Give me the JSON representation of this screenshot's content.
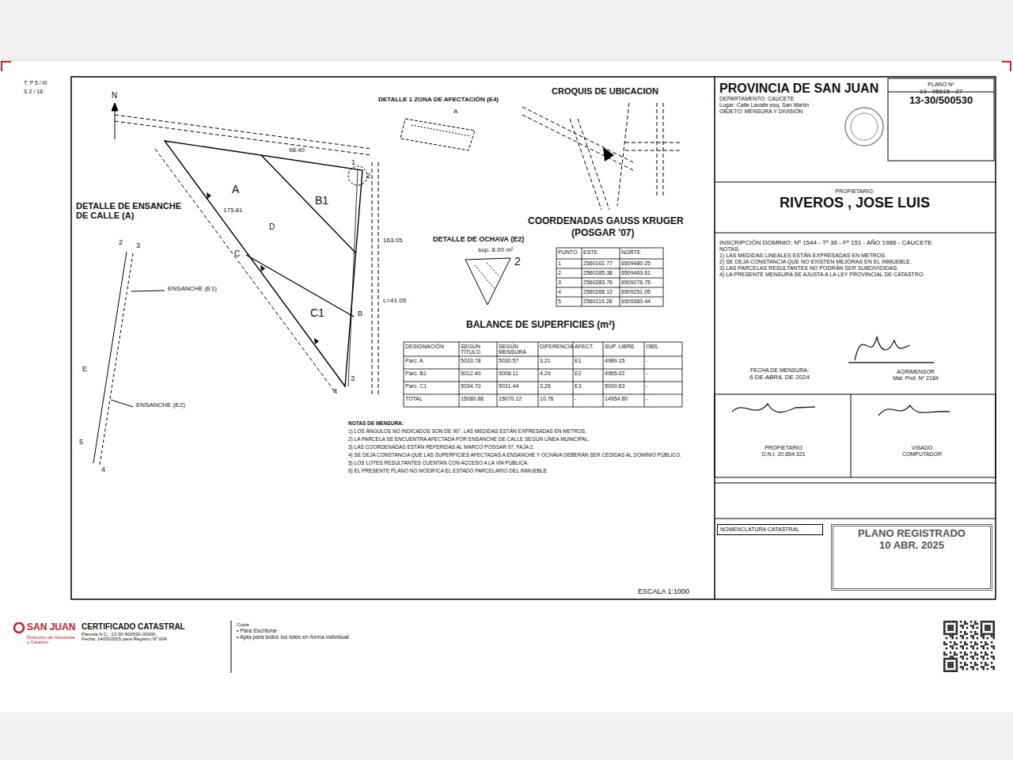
{
  "diagram": {
    "nodes": [
      {
        "text": [
          "PROVINCIA DE SAN JUAN",
          "DEPARTAMENTO: CAUCETE",
          "Lugar: Calle Lavalle esq. San Martín",
          "OBJETO: MENSURA Y DIVISIÓN"
        ]
      },
      {
        "text": [
          "PLANO Nº",
          "13 - 05615 - 27",
          "13-30/500530"
        ]
      },
      {
        "text": [
          "PROPIETARIO:",
          "RIVEROS , JOSE LUIS"
        ]
      },
      {
        "text": [
          "INSCRIPCIÓN DOMINIO: Nº 1544 - Tº 36 - Fº 151 - AÑO 1986 - CAUCETE",
          "NOTAS:",
          "1) LAS MEDIDAS LINEALES ESTÁN EXPRESADAS EN METROS.",
          "2) SE DEJA CONSTANCIA QUE NO EXISTEN MEJORAS EN EL INMUEBLE.",
          "3) LAS PARCELAS RESULTANTES NO PODRÁN SER SUBDIVIDIDAS.",
          "4) LA PRESENTE MENSURA SE AJUSTA A LA LEY PROVINCIAL DE CATASTRO."
        ]
      },
      {
        "text": [
          "FECHA DE MENSURA:",
          "6 DE ABRIL DE 2024"
        ]
      },
      {
        "text": [
          "AGRIMENSOR",
          "Mat. Prof. Nº 2184"
        ]
      },
      {
        "text": [
          "PROPIETARIO",
          "D.N.I. 20.654.321"
        ]
      },
      {
        "text": [
          "VISADO",
          "COMPUTADOR"
        ]
      },
      {
        "text": [
          "NOMENCLATURA CATASTRAL"
        ]
      },
      {
        "text": [
          "PLANO REGISTRADO",
          "10 ABR. 2025"
        ]
      },
      {
        "text": [
          "CERTIFICADO CATASTRAL",
          "Parcela N.C.: 13-30-500530-00000",
          "Fecha: 14/05/2025 para Registro Nº 004"
        ]
      },
      {
        "text": [
          "Copia",
          "• Para Escriturar",
          "• Apta para todos los lotes en forma individual"
        ]
      }
    ],
    "labels": [
      "T: P 5 / III",
      "S 2 / 18",
      "N",
      "A",
      "B1",
      "C1",
      "D",
      "C",
      "B",
      "1",
      "2",
      "3",
      "4",
      "DETALLE DE ENSANCHE DE CALLE (A)",
      "2",
      "3",
      "ENSANCHE (E1)",
      "E",
      "ENSANCHE (E2)",
      "5",
      "4",
      "DETALLE 1 ZONA DE AFECTACIÓN (E4)",
      "A",
      "CROQUIS DE UBICACION",
      "DETALLE DE OCHAVA (E2)",
      "sup. 8.00 m²",
      "2",
      "COORDENADAS GAUSS KRUGER",
      "(POSGAR '07)",
      "BALANCE DE SUPERFICIES (m²)",
      "L=41.05",
      "175.81",
      "98.40",
      "163.05",
      "ESCALA 1:1000",
      "SAN JUAN",
      "Dirección de Geodesia y Catastro",
      "PUNTO",
      "ESTE",
      "NORTE",
      "1",
      "2560161.77",
      "6509480.25",
      "2",
      "2560285.38",
      "6509463.61",
      "3",
      "2560283.76",
      "6509276.75",
      "4",
      "2560268.12",
      "6509251.05",
      "5",
      "2560119.28",
      "6509360.44",
      "DESIGNACIÓN",
      "SEGÚN TÍTULO",
      "SEGÚN MENSURA",
      "DIFERENCIA",
      "AFECT.",
      "SUP. LIBRE",
      "OBS.",
      "Parc. A",
      "5033.78",
      "5030.57",
      "3.21",
      "E1",
      "4989.15",
      "-",
      "Parc. B1",
      "5012.40",
      "5008.11",
      "4.29",
      "E2",
      "4965.02",
      "-",
      "Parc. C1",
      "5034.70",
      "5031.44",
      "3.26",
      "E3",
      "5000.63",
      "-",
      "TOTAL",
      "15080.88",
      "15070.12",
      "10.76",
      "-",
      "14954.80",
      "-",
      "NOTAS DE MENSURA:",
      "1) LOS ÁNGULOS NO INDICADOS SON DE 90°. LAS MEDIDAS ESTÁN EXPRESADAS EN METROS.",
      "2) LA PARCELA SE ENCUENTRA AFECTADA POR ENSANCHE DE CALLE SEGÚN LÍNEA MUNICIPAL.",
      "3) LAS COORDENADAS ESTÁN REFERIDAS AL MARCO POSGAR 07, FAJA 2.",
      "4) SE DEJA CONSTANCIA QUE LAS SUPERFICIES AFECTADAS A ENSANCHE Y OCHAVA DEBERÁN SER CEDIDAS AL DOMINIO PÚBLICO.",
      "5) LOS LOTES RESULTANTES CUENTAN CON ACCESO A LA VÍA PÚBLICA.",
      "6) EL PRESENTE PLANO NO MODIFICA EL ESTADO PARCELARIO DEL INMUEBLE."
    ]
  }
}
